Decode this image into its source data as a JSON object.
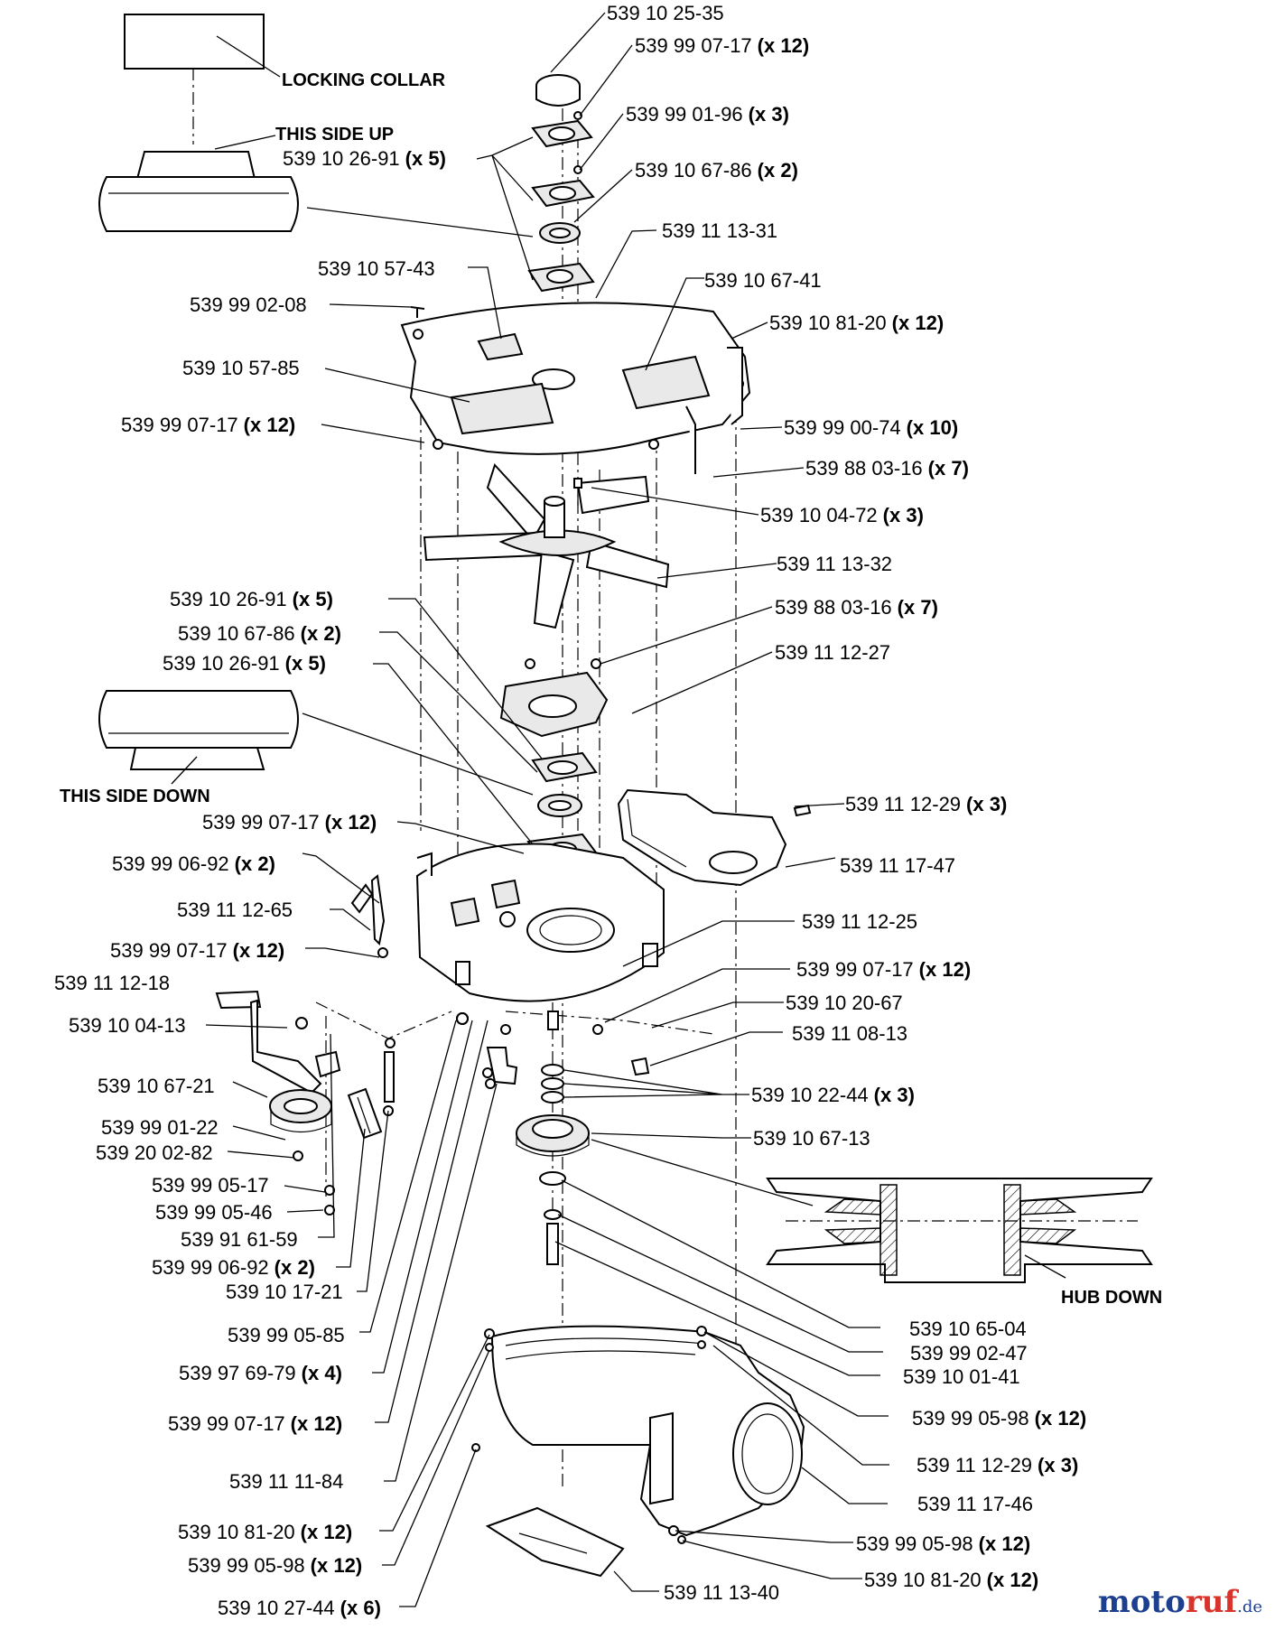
{
  "labels": [
    {
      "part": "539 10 25-35",
      "qty": ""
    },
    {
      "part": "539 99 07-17",
      "qty": "(x 12)"
    },
    {
      "part": "539 99 01-96",
      "qty": "(x 3)"
    },
    {
      "part": "539 10 26-91",
      "qty": "(x 5)"
    },
    {
      "part": "539 10 67-86",
      "qty": "(x 2)"
    },
    {
      "part": "539 11 13-31",
      "qty": ""
    },
    {
      "part": "539 10 57-43",
      "qty": ""
    },
    {
      "part": "539 10 67-41",
      "qty": ""
    },
    {
      "part": "539 99 02-08",
      "qty": ""
    },
    {
      "part": "539 10 81-20",
      "qty": "(x 12)"
    },
    {
      "part": "539 10 57-85",
      "qty": ""
    },
    {
      "part": "539 99 07-17",
      "qty": "(x 12)"
    },
    {
      "part": "539 99 00-74",
      "qty": "(x 10)"
    },
    {
      "part": "539 88 03-16",
      "qty": "(x 7)"
    },
    {
      "part": "539 10 04-72",
      "qty": "(x 3)"
    },
    {
      "part": "539 11 13-32",
      "qty": ""
    },
    {
      "part": "539 10 26-91",
      "qty": "(x 5)"
    },
    {
      "part": "539 88 03-16",
      "qty": "(x 7)"
    },
    {
      "part": "539 10 67-86",
      "qty": "(x 2)"
    },
    {
      "part": "539 10 26-91",
      "qty": "(x 5)"
    },
    {
      "part": "539 11 12-27",
      "qty": ""
    },
    {
      "part": "539 11 12-29",
      "qty": "(x 3)"
    },
    {
      "part": "539 99 07-17",
      "qty": "(x 12)"
    },
    {
      "part": "539 11 17-47",
      "qty": ""
    },
    {
      "part": "539 99 06-92",
      "qty": "(x 2)"
    },
    {
      "part": "539 11 12-65",
      "qty": ""
    },
    {
      "part": "539 11 12-25",
      "qty": ""
    },
    {
      "part": "539 99 07-17",
      "qty": "(x 12)"
    },
    {
      "part": "539 99 07-17",
      "qty": "(x 12)"
    },
    {
      "part": "539 11 12-18",
      "qty": ""
    },
    {
      "part": "539 10 20-67",
      "qty": ""
    },
    {
      "part": "539 10 04-13",
      "qty": ""
    },
    {
      "part": "539 11 08-13",
      "qty": ""
    },
    {
      "part": "539 10 67-21",
      "qty": ""
    },
    {
      "part": "539 10 22-44",
      "qty": "(x 3)"
    },
    {
      "part": "539 99 01-22",
      "qty": ""
    },
    {
      "part": "539 10 67-13",
      "qty": ""
    },
    {
      "part": "539 20 02-82",
      "qty": ""
    },
    {
      "part": "539 99 05-17",
      "qty": ""
    },
    {
      "part": "539 99 05-46",
      "qty": ""
    },
    {
      "part": "539 91 61-59",
      "qty": ""
    },
    {
      "part": "539 99 06-92",
      "qty": "(x 2)"
    },
    {
      "part": "539 10 17-21",
      "qty": ""
    },
    {
      "part": "539 10 65-04",
      "qty": ""
    },
    {
      "part": "539 99 05-85",
      "qty": ""
    },
    {
      "part": "539 99 02-47",
      "qty": ""
    },
    {
      "part": "539 10 01-41",
      "qty": ""
    },
    {
      "part": "539 97 69-79",
      "qty": "(x 4)"
    },
    {
      "part": "539 99 05-98",
      "qty": "(x 12)"
    },
    {
      "part": "539 99 07-17",
      "qty": "(x 12)"
    },
    {
      "part": "539 11 12-29",
      "qty": "(x 3)"
    },
    {
      "part": "539 11 11-84",
      "qty": ""
    },
    {
      "part": "539 11 17-46",
      "qty": ""
    },
    {
      "part": "539 10 81-20",
      "qty": "(x 12)"
    },
    {
      "part": "539 99 05-98",
      "qty": "(x 12)"
    },
    {
      "part": "539 99 05-98",
      "qty": "(x 12)"
    },
    {
      "part": "539 10 81-20",
      "qty": "(x 12)"
    },
    {
      "part": "539 10 27-44",
      "qty": "(x 6)"
    },
    {
      "part": "539 11 13-40",
      "qty": ""
    }
  ],
  "notes": {
    "locking_collar": "LOCKING COLLAR",
    "this_side_up": "THIS SIDE UP",
    "this_side_down": "THIS SIDE DOWN",
    "hub_down": "HUB DOWN"
  },
  "watermark": {
    "brand_a": "moto",
    "brand_b": "ruf",
    "suffix": ".de"
  }
}
